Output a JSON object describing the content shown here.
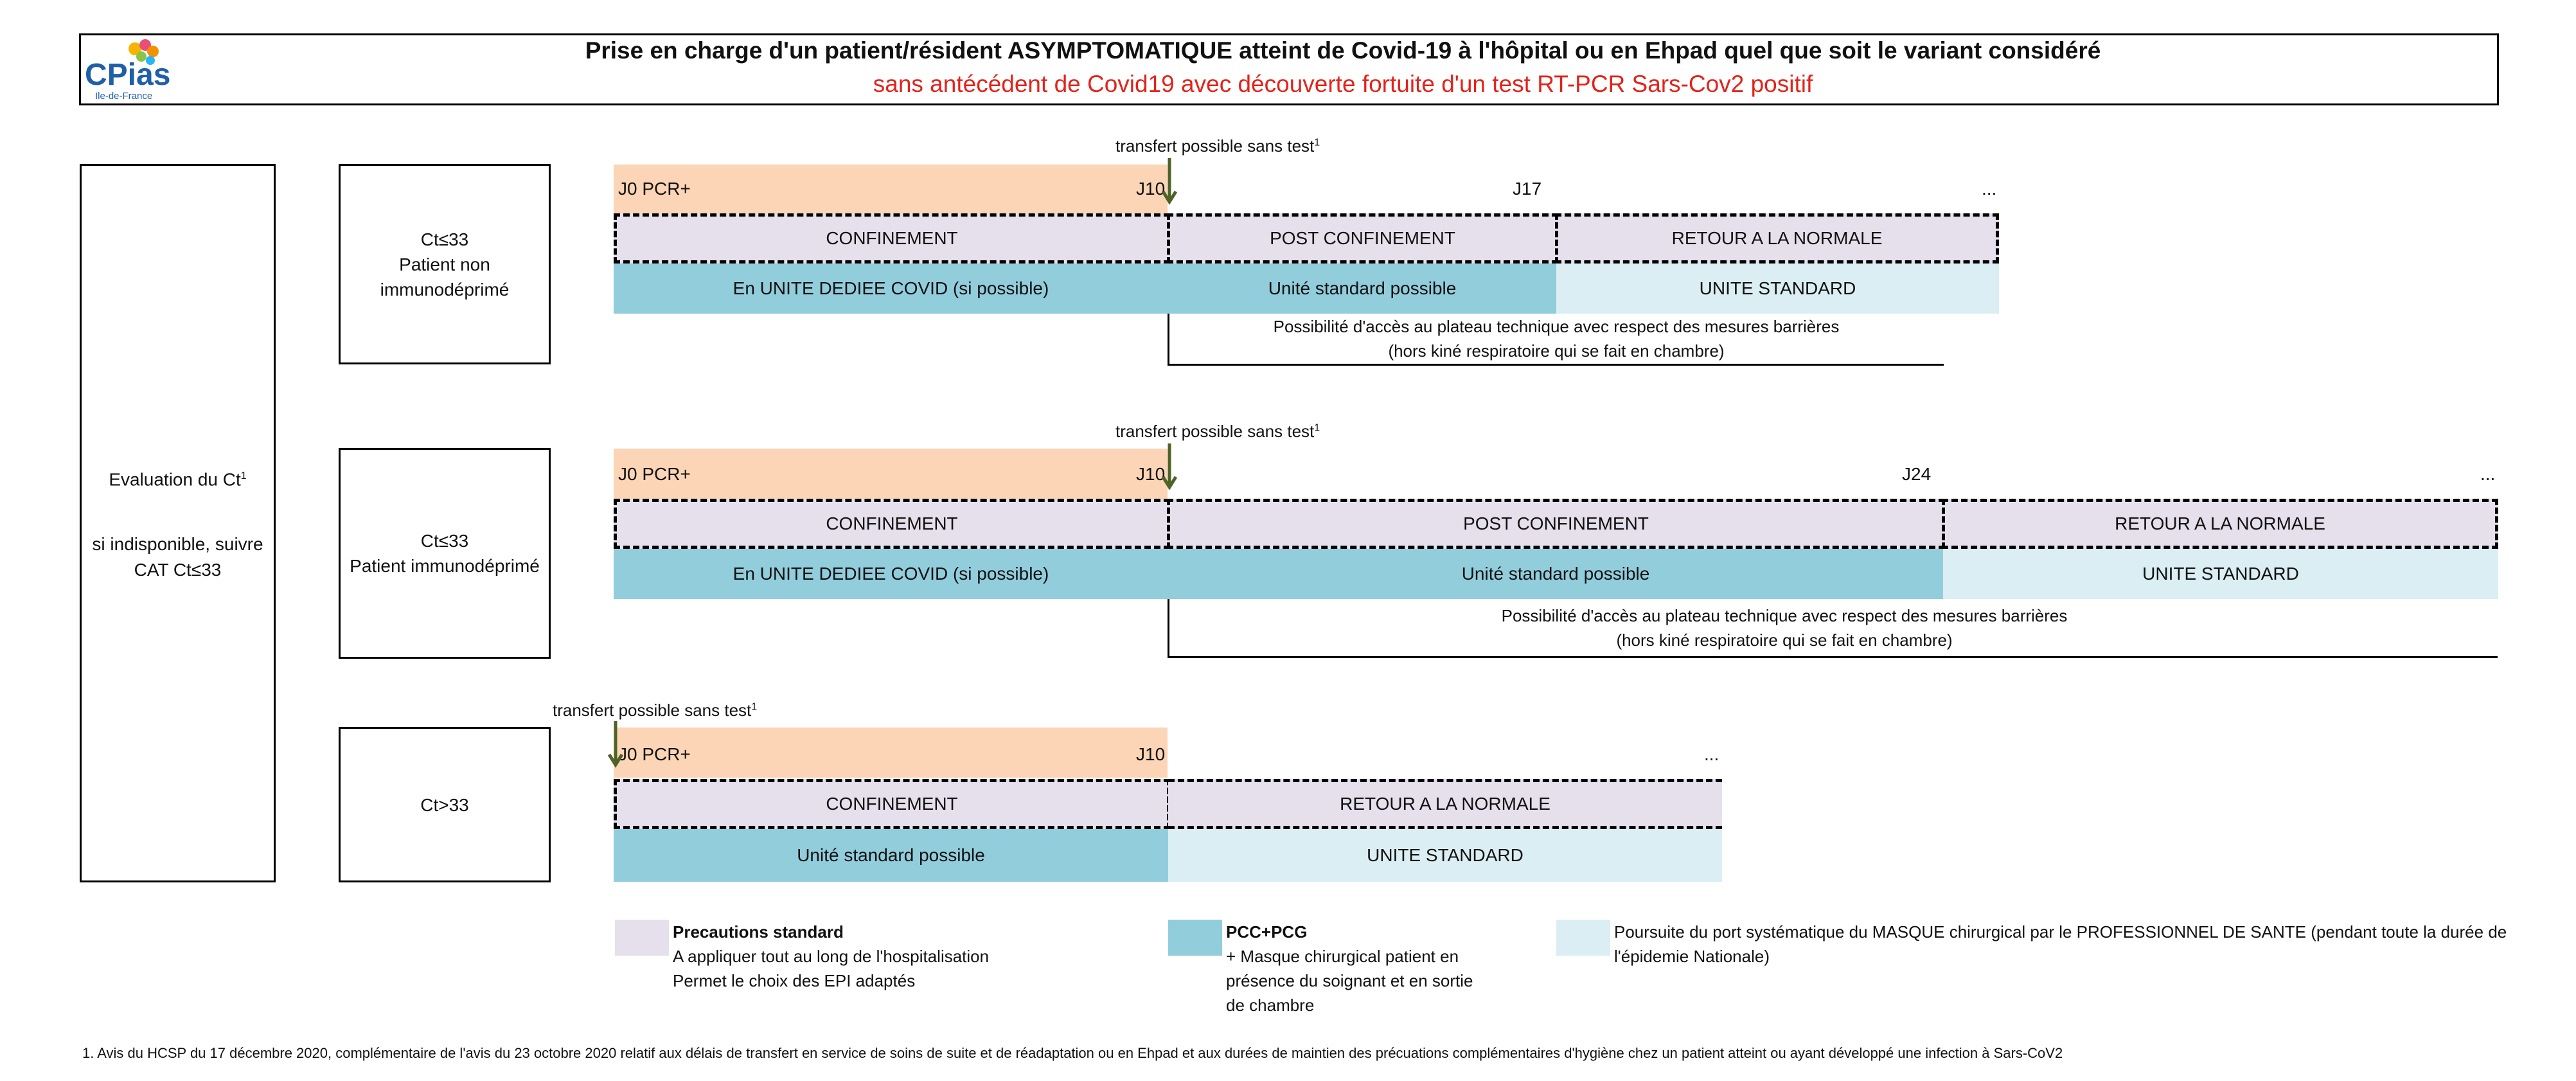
{
  "header": {
    "title": "Prise en charge d'un patient/résident ASYMPTOMATIQUE atteint de Covid-19 à l'hôpital ou en Ehpad quel que soit le variant considéré",
    "subtitle": "sans antécédent de Covid19 avec découverte fortuite d'un test RT-PCR Sars-Cov2 positif",
    "logo_text": "CPias",
    "logo_sub": "Ile-de-France"
  },
  "evaluation": {
    "line1": "Evaluation du Ct",
    "sup": "1",
    "line2": "si indisponible, suivre",
    "line3": "CAT Ct≤33"
  },
  "transfer_label": "transfert possible sans test",
  "transfer_sup": "1",
  "rows": [
    {
      "label1": "Ct≤33",
      "label2": "Patient non",
      "label3": "immunodéprimé",
      "j0": "J0 PCR+",
      "j10": "J10",
      "jmid": "J17",
      "ellipsis": "...",
      "phase1": "CONFINEMENT",
      "phase2": "POST CONFINEMENT",
      "phase3": "RETOUR A LA NORMALE",
      "unit1": "En UNITE DEDIEE COVID (si possible)",
      "unit2": "Unité standard possible",
      "unit3": "UNITE STANDARD",
      "note1": "Possibilité d'accès au plateau technique avec respect des mesures barrières",
      "note2": "(hors kiné respiratoire qui se fait en chambre)"
    },
    {
      "label1": "Ct≤33",
      "label2": "Patient immunodéprimé",
      "j0": "J0 PCR+",
      "j10": "J10",
      "jmid": "J24",
      "ellipsis": "...",
      "phase1": "CONFINEMENT",
      "phase2": "POST CONFINEMENT",
      "phase3": "RETOUR A LA NORMALE",
      "unit1": "En UNITE DEDIEE COVID (si possible)",
      "unit2": "Unité standard possible",
      "unit3": "UNITE STANDARD",
      "note1": "Possibilité d'accès au plateau technique avec respect des mesures barrières",
      "note2": "(hors kiné respiratoire qui se fait en chambre)"
    },
    {
      "label1": "Ct>33",
      "j0": "J0 PCR+",
      "j10": "J10",
      "ellipsis": "...",
      "phase1": "CONFINEMENT",
      "phase2": "RETOUR A LA NORMALE",
      "unit1": "Unité standard possible",
      "unit2": "UNITE STANDARD"
    }
  ],
  "legend": [
    {
      "title": "Precautions standard",
      "lines": [
        "A appliquer tout au long de l'hospitalisation",
        "Permet le choix des EPI adaptés"
      ],
      "color": "#e5e0ec"
    },
    {
      "title": "PCC+PCG",
      "lines": [
        "+ Masque chirurgical patient en",
        "présence du soignant et en sortie",
        "de chambre"
      ],
      "color": "#92cddc"
    },
    {
      "lines": [
        "Poursuite du port systématique du MASQUE chirurgical  par le PROFESSIONNEL DE SANTE (pendant toute la durée de",
        "l'épidemie Nationale)"
      ],
      "color": "#daeef3"
    }
  ],
  "footnote": "1. Avis du HCSP du 17 décembre 2020, complémentaire de l'avis du 23 octobre 2020 relatif aux délais de transfert en service de soins de suite et de réadaptation ou en Ehpad et aux durées de maintien des précuations complémentaires d'hygiène chez un patient atteint ou ayant développé une infection à Sars-CoV2",
  "colors": {
    "arrow": "#4f6228",
    "title_red": "#e3231b"
  }
}
